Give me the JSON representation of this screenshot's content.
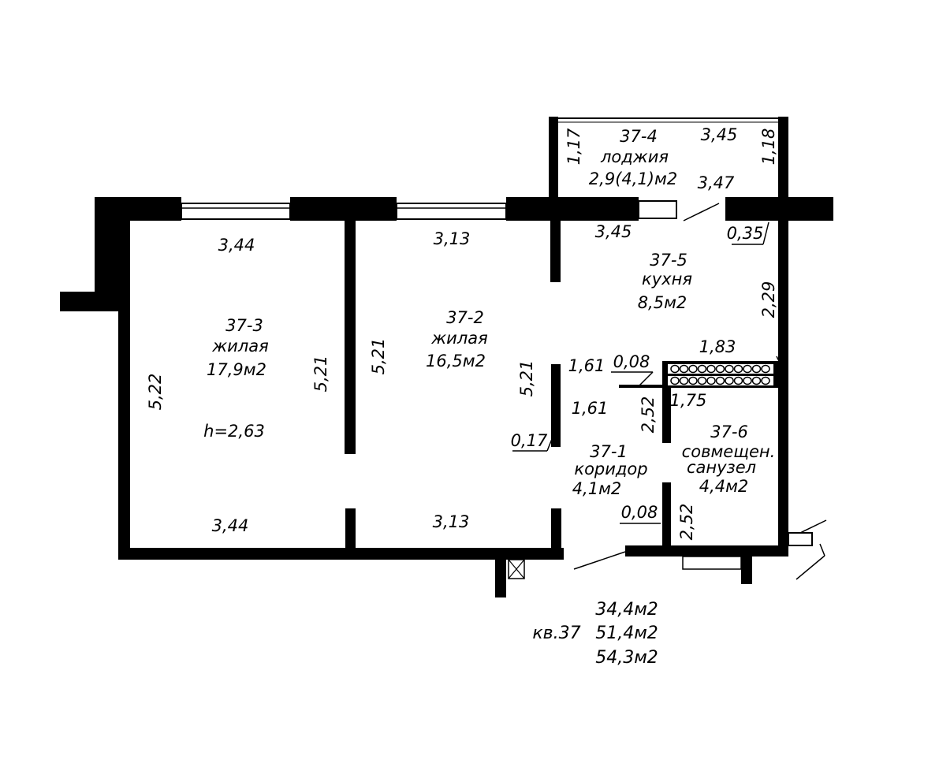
{
  "rooms": {
    "r3": {
      "id": "37-3",
      "type": "жилая",
      "area": "17,9м2",
      "height": "h=2,63"
    },
    "r2": {
      "id": "37-2",
      "type": "жилая",
      "area": "16,5м2"
    },
    "r4": {
      "id": "37-4",
      "type": "лоджия",
      "area": "2,9(4,1)м2"
    },
    "r5": {
      "id": "37-5",
      "type": "кухня",
      "area": "8,5м2"
    },
    "r1": {
      "id": "37-1",
      "type": "коридор",
      "area": "4,1м2"
    },
    "r6": {
      "id": "37-6",
      "type": "совмещен.",
      "type2": "санузел",
      "area": "4,4м2"
    }
  },
  "dims": {
    "d344_top": "3,44",
    "d313_top": "3,13",
    "d344_bot": "3,44",
    "d313_bot": "3,13",
    "d522": "5,22",
    "d521_a": "5,21",
    "d521_b": "5,21",
    "d521_c": "5,21",
    "d117": "1,17",
    "d345_log": "3,45",
    "d118": "1,18",
    "d347": "3,47",
    "d345_kit": "3,45",
    "d035": "0,35",
    "d229": "2,29",
    "d183": "1,83",
    "d161_a": "1,61",
    "d008_a": "0,08",
    "d161_b": "1,61",
    "d252_a": "2,52",
    "d175": "1,75",
    "d017": "0,17",
    "d008_b": "0,08",
    "d252_b": "2,52"
  },
  "summary": {
    "apartment": "кв.37",
    "living_area": "34,4м2",
    "total_area": "51,4м2",
    "total_with_loggia": "54,3м2"
  }
}
